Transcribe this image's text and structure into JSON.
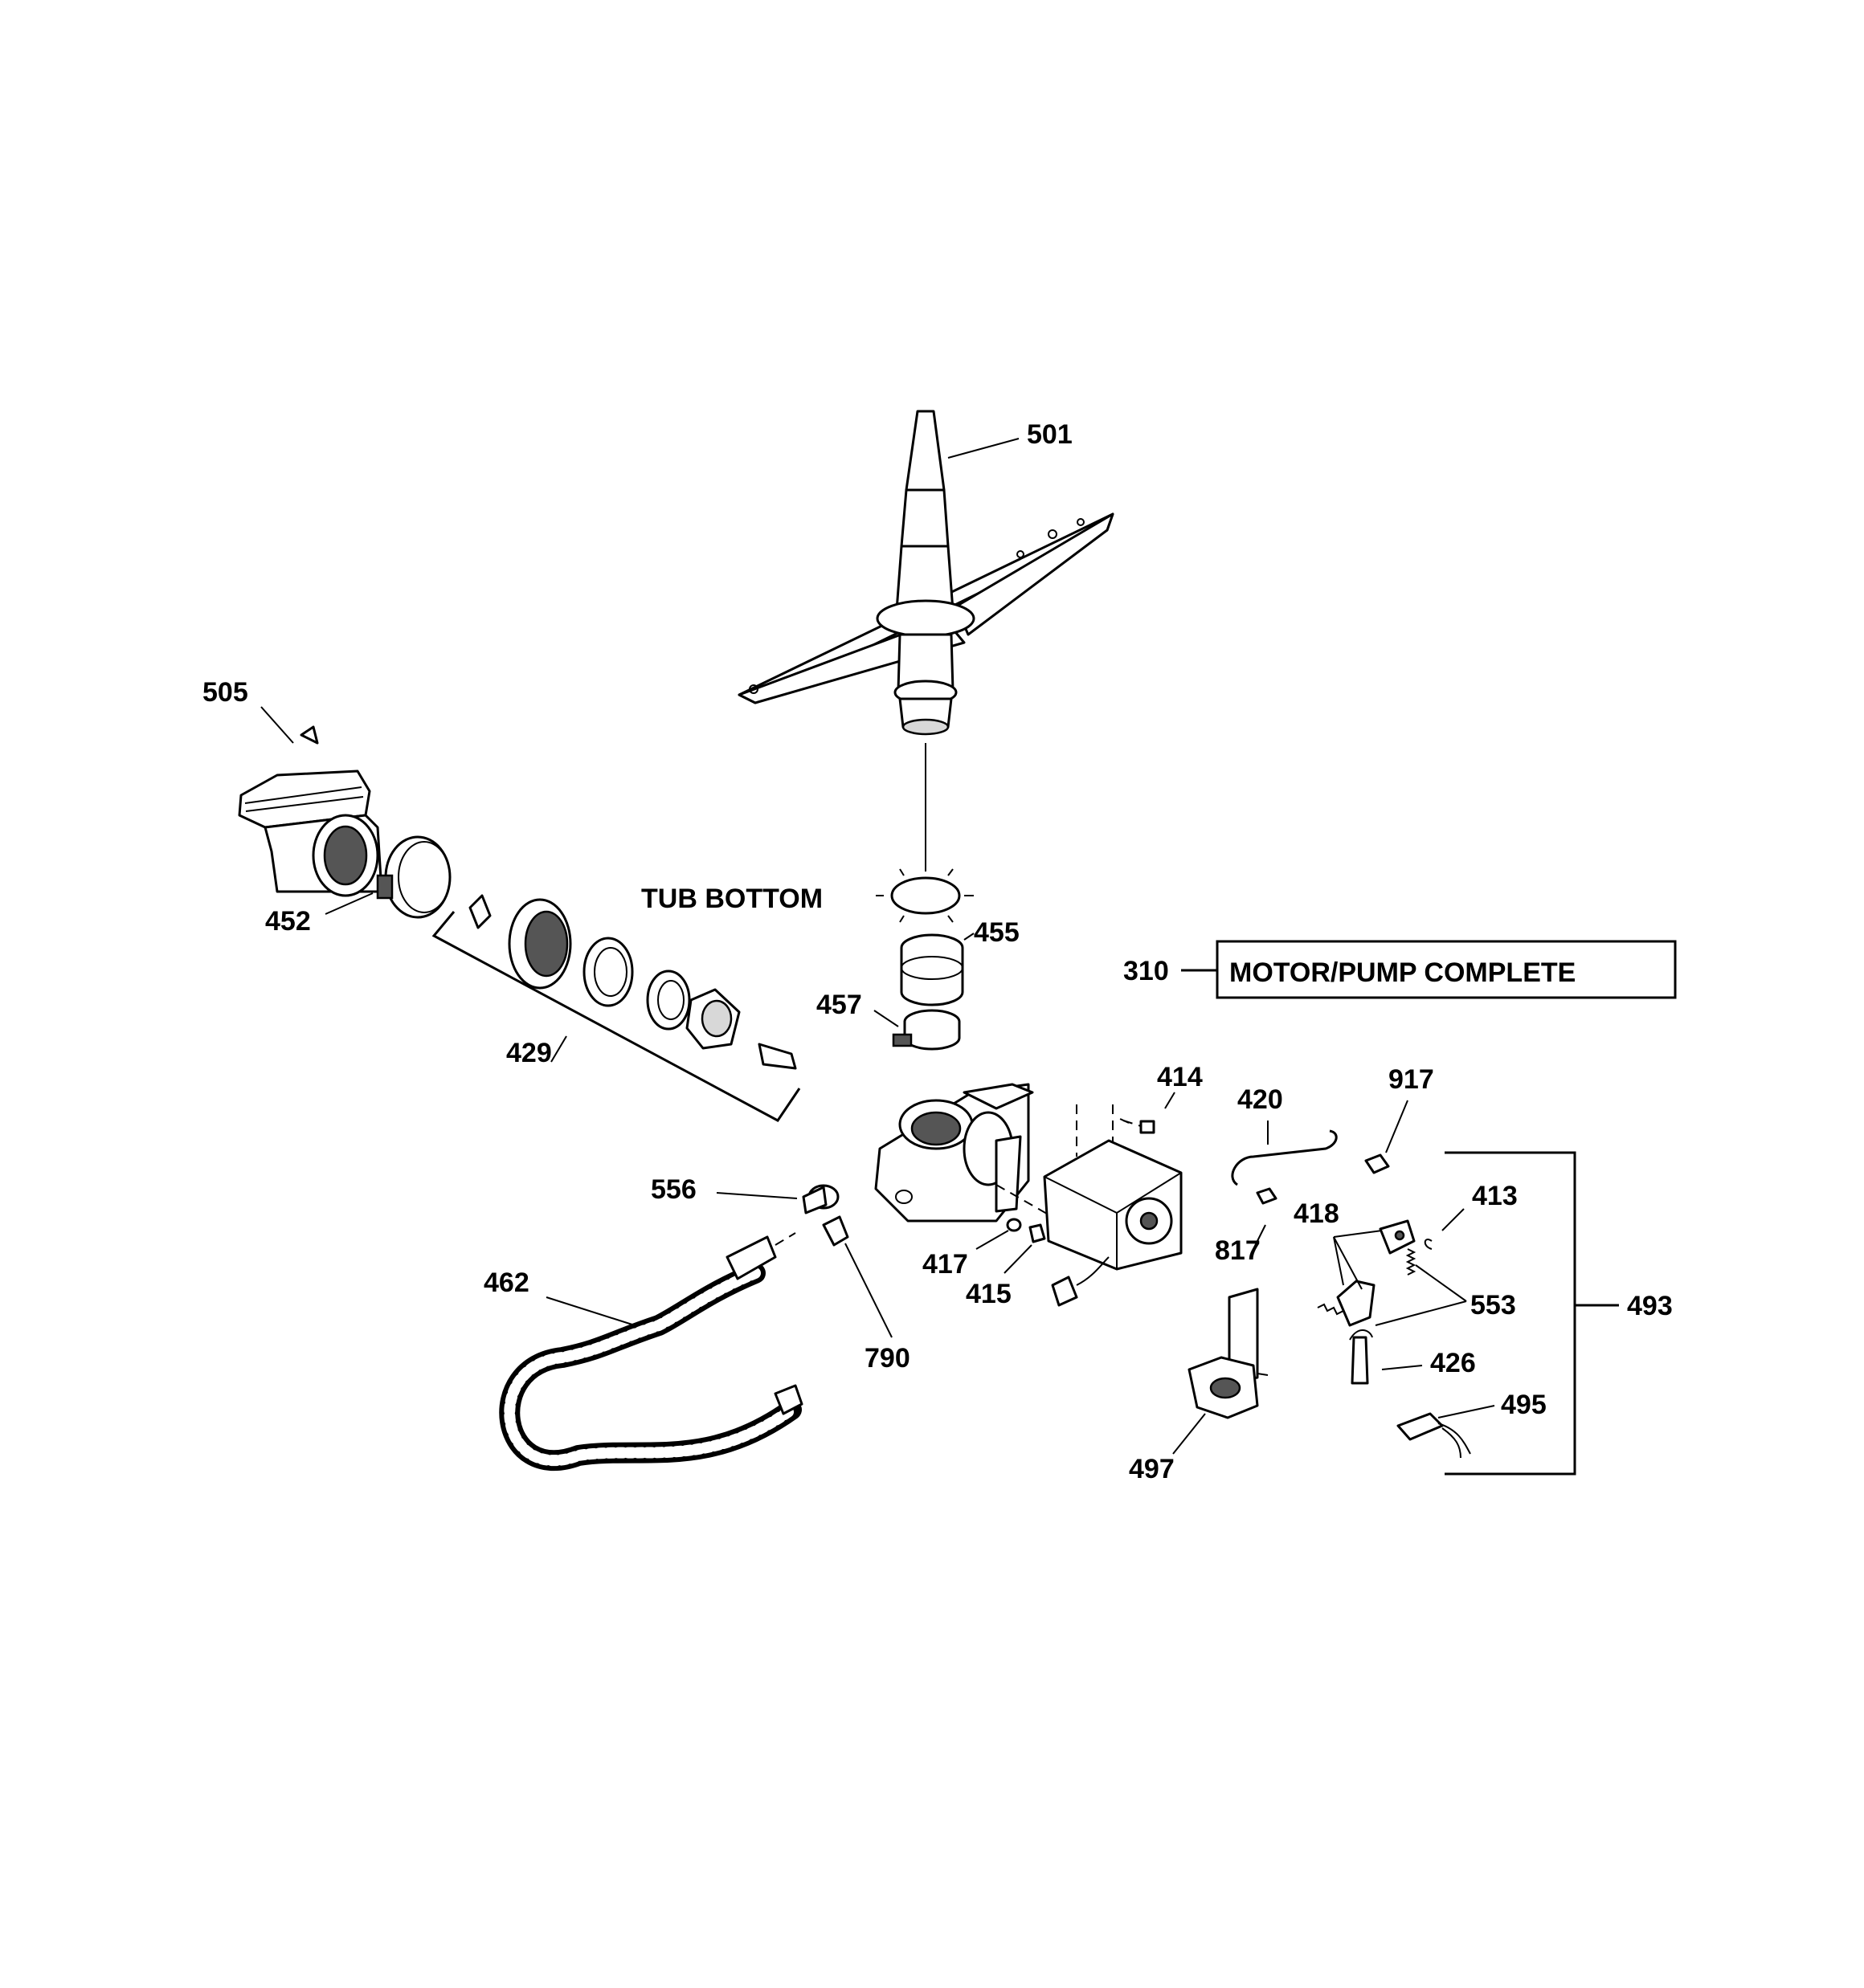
{
  "diagram": {
    "callouts": {
      "p501": "501",
      "p505": "505",
      "p452": "452",
      "p429": "429",
      "p455": "455",
      "p457": "457",
      "p310": "310",
      "p414": "414",
      "p420": "420",
      "p917": "917",
      "p413": "413",
      "p418": "418",
      "p817": "817",
      "p553": "553",
      "p493": "493",
      "p556": "556",
      "p417": "417",
      "p415": "415",
      "p462": "462",
      "p790": "790",
      "p426": "426",
      "p495": "495",
      "p497": "497"
    },
    "labels": {
      "tub_bottom": "TUB BOTTOM",
      "motor_pump_complete": "MOTOR/PUMP COMPLETE"
    }
  }
}
